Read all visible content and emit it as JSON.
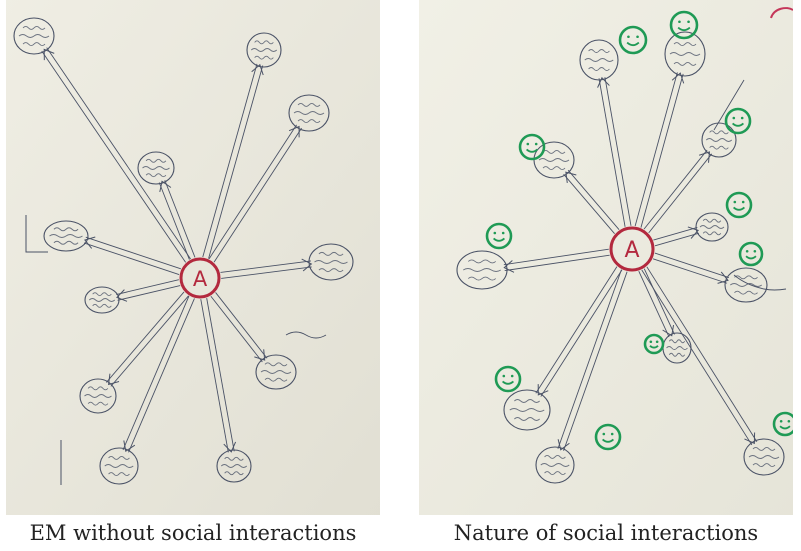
{
  "figure": {
    "left": {
      "caption": "EM without social interactions",
      "center_label": "A",
      "paper_color": "#ecebe0",
      "center_color": "#b3293e",
      "ink_color": "#4a5266"
    },
    "right": {
      "caption": "Nature of social interactions",
      "center_label": "A",
      "paper_color": "#efeee3",
      "center_color": "#b3293e",
      "ink_color": "#4a5266",
      "smiley_color": "#1f9a55"
    }
  }
}
